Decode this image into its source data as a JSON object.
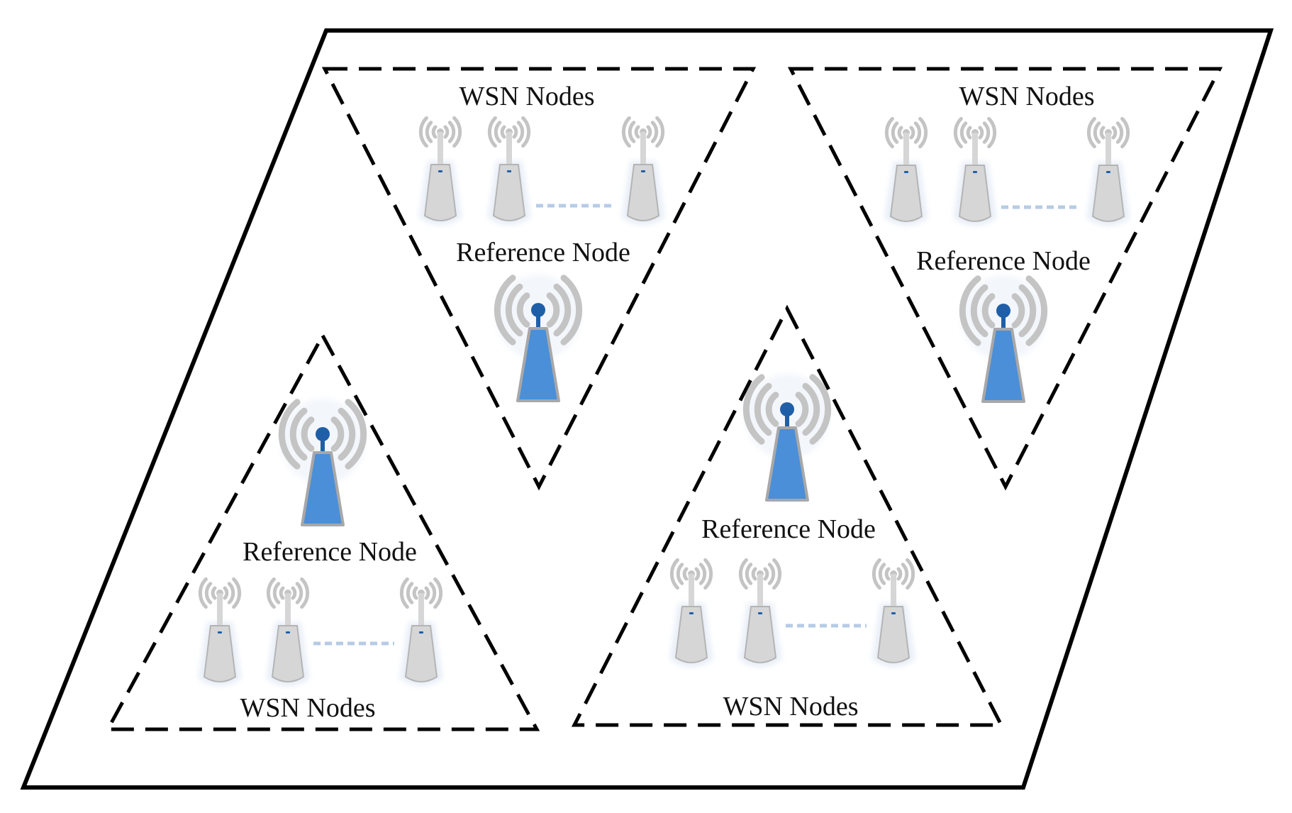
{
  "diagram": {
    "colors": {
      "outline": "#000000",
      "wsn_node_body": "#d6d6d6",
      "wsn_node_edge": "#b4b4b4",
      "wsn_node_glow": "#e8eef7",
      "wsn_dot": "#1f5fa8",
      "connector": "#b6cbe6",
      "ref_node_fill": "#4a8fd8",
      "ref_node_edge": "#a8a8a8",
      "ref_node_mast": "#1f5fa8",
      "signal_arc": "#c4c4c4"
    },
    "clusters": [
      {
        "orientation": "inverted",
        "wsn_label": "WSN Nodes",
        "ref_label": "Reference Node",
        "wsn_node_icon": "wsn-node-icon",
        "ref_node_icon": "reference-node-icon"
      },
      {
        "orientation": "inverted",
        "wsn_label": "WSN Nodes",
        "ref_label": "Reference Node",
        "wsn_node_icon": "wsn-node-icon",
        "ref_node_icon": "reference-node-icon"
      },
      {
        "orientation": "upright",
        "wsn_label": "WSN Nodes",
        "ref_label": "Reference Node",
        "wsn_node_icon": "wsn-node-icon",
        "ref_node_icon": "reference-node-icon"
      },
      {
        "orientation": "upright",
        "wsn_label": "WSN Nodes",
        "ref_label": "Reference Node",
        "wsn_node_icon": "wsn-node-icon",
        "ref_node_icon": "reference-node-icon"
      }
    ]
  }
}
